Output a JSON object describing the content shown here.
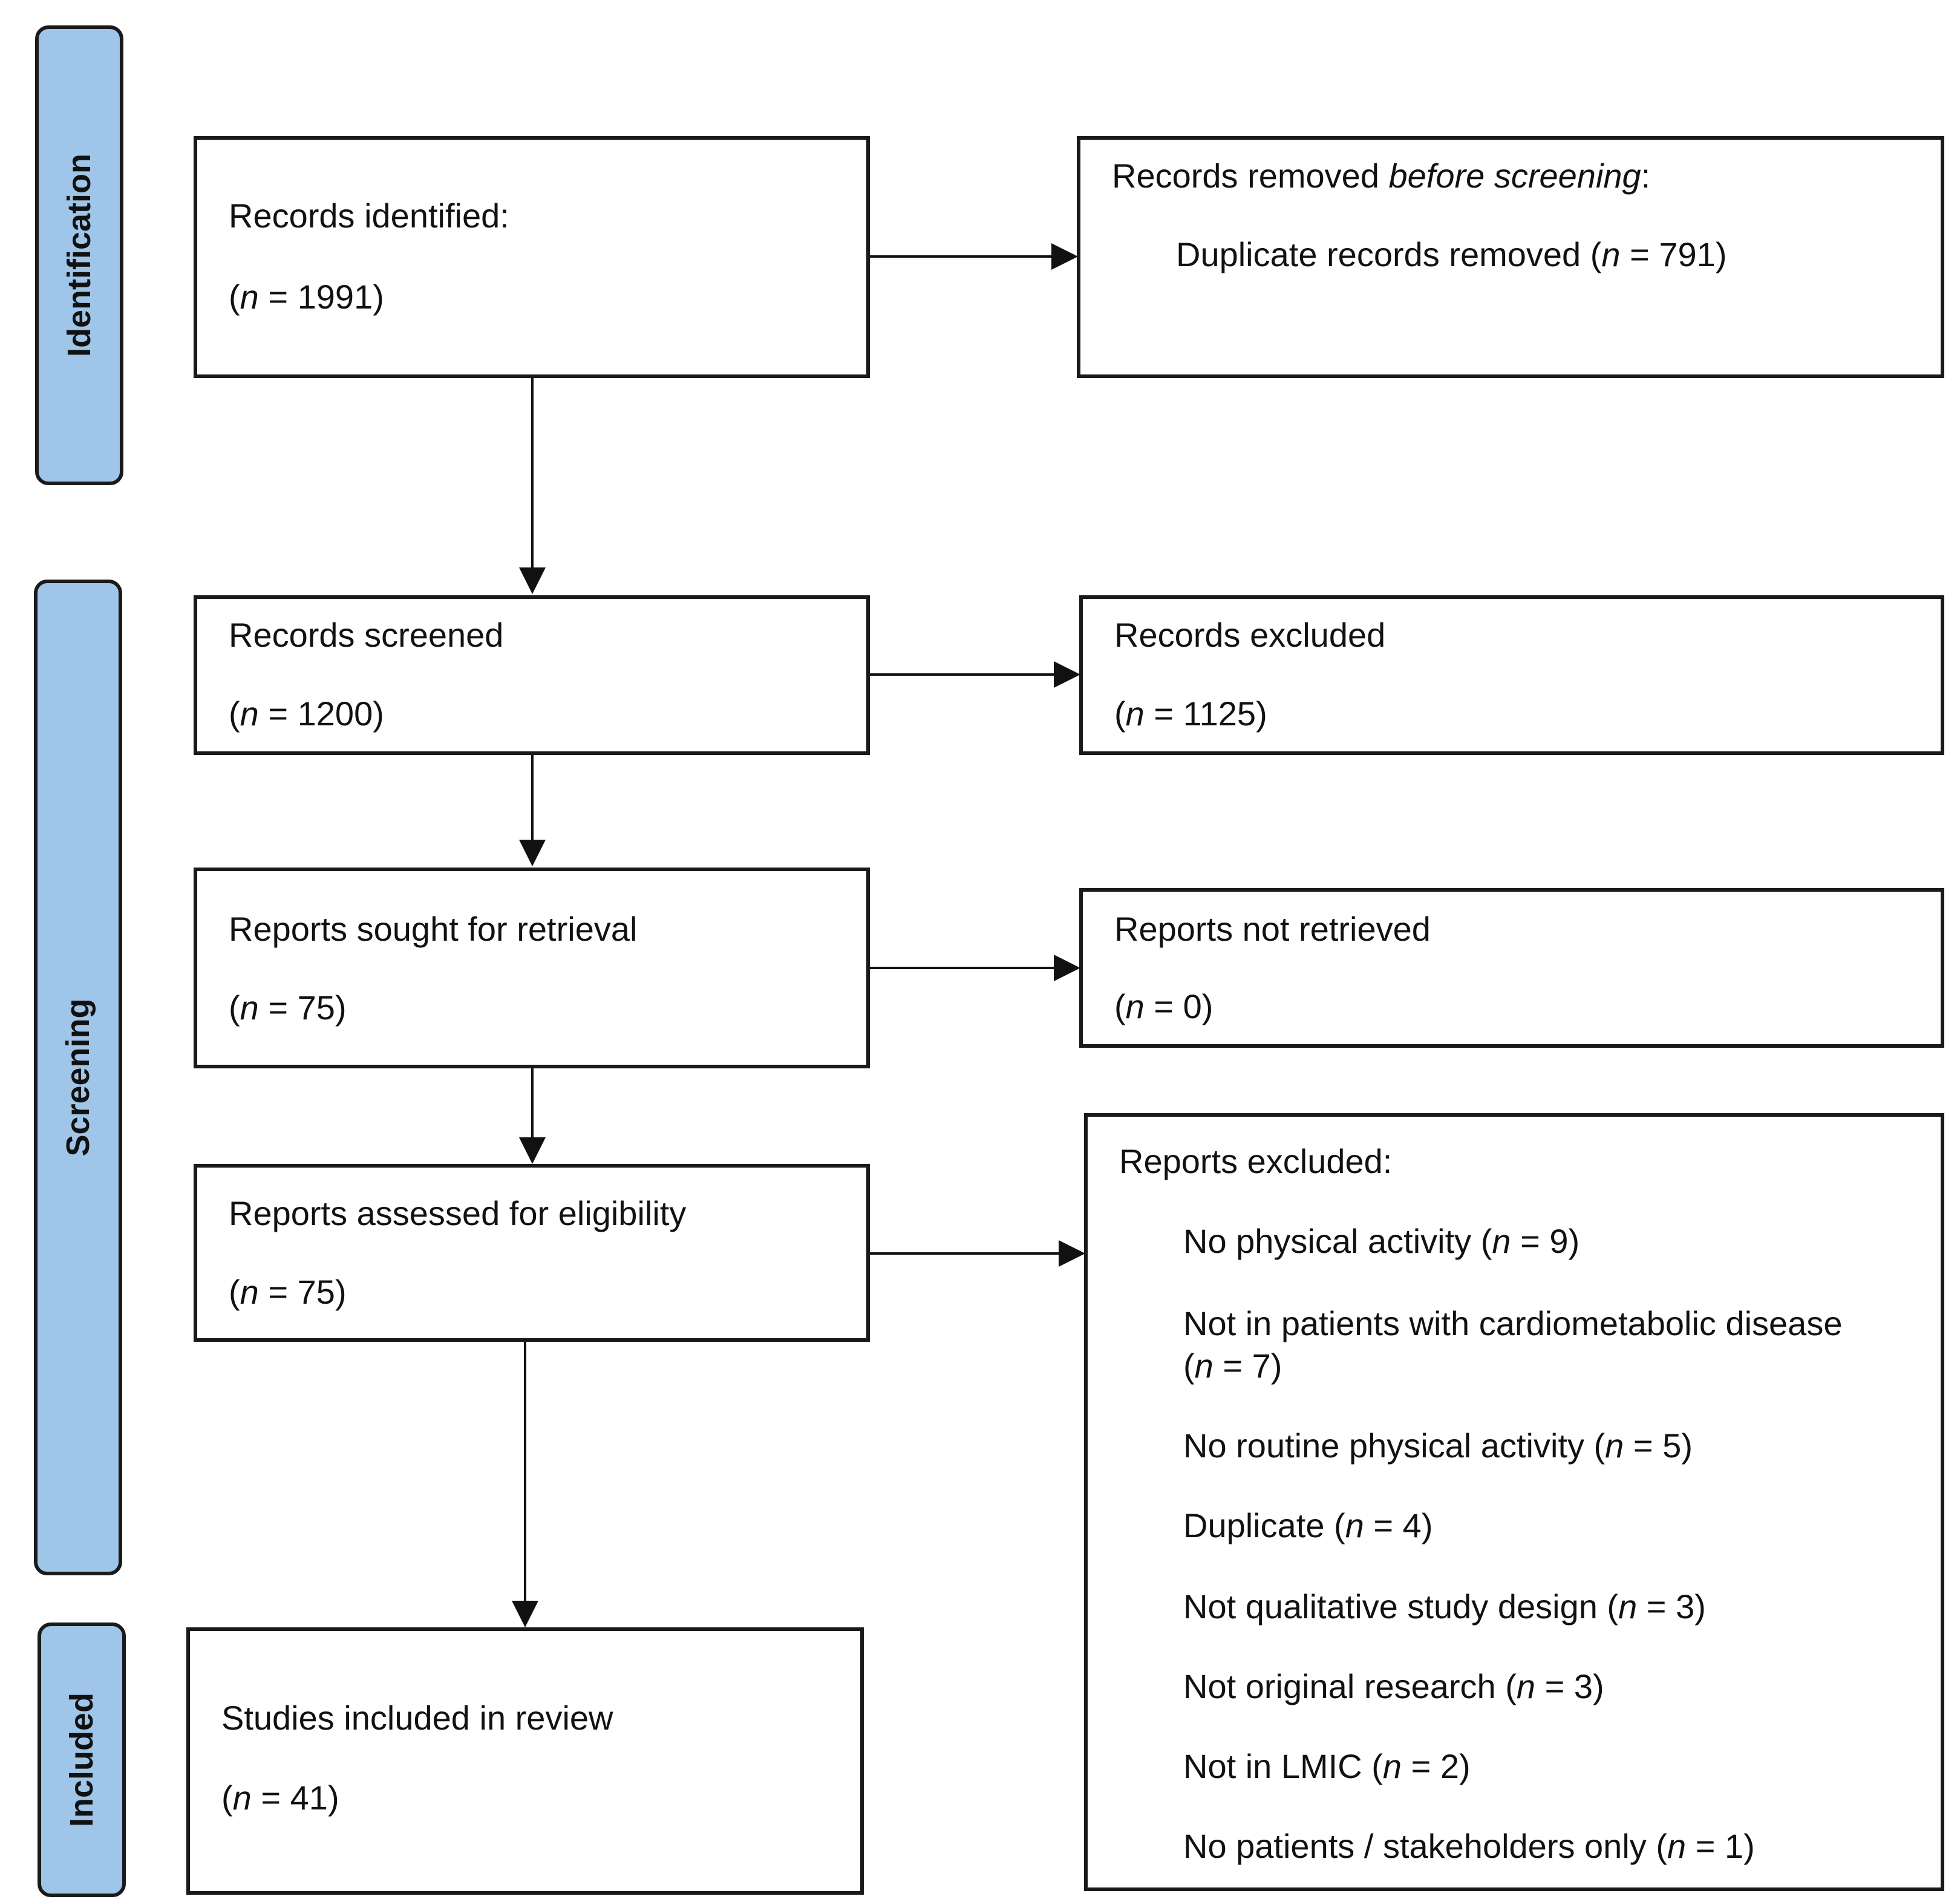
{
  "phases": {
    "identification": "Identification",
    "screening": "Screening",
    "included": "Included"
  },
  "n_var": "n",
  "identified": {
    "title": "Records identified:",
    "count": "1991"
  },
  "removed": {
    "title_pre": "Records removed ",
    "title_italic": "before screening",
    "title_post": ":",
    "item_label": "Duplicate records removed",
    "item_count": "791"
  },
  "screened": {
    "title": "Records screened",
    "count": "1200"
  },
  "excluded_records": {
    "title": "Records excluded",
    "count": "1125"
  },
  "sought": {
    "title": "Reports sought for retrieval",
    "count": "75"
  },
  "not_retrieved": {
    "title": "Reports not retrieved",
    "count": "0"
  },
  "assessed": {
    "title": "Reports assessed for eligibility",
    "count": "75"
  },
  "reports_excluded": {
    "title": "Reports excluded:",
    "items": [
      {
        "label": "No physical activity",
        "count": "9"
      },
      {
        "label": "Not in patients with cardiometabolic disease",
        "count": "7"
      },
      {
        "label": "No routine physical activity",
        "count": "5"
      },
      {
        "label": "Duplicate",
        "count": "4"
      },
      {
        "label": "Not qualitative study design",
        "count": "3"
      },
      {
        "label": "Not original research",
        "count": "3"
      },
      {
        "label": "Not in LMIC",
        "count": "2"
      },
      {
        "label": "No patients / stakeholders only",
        "count": "1"
      }
    ]
  },
  "included": {
    "title": "Studies included in review",
    "count": "41"
  }
}
